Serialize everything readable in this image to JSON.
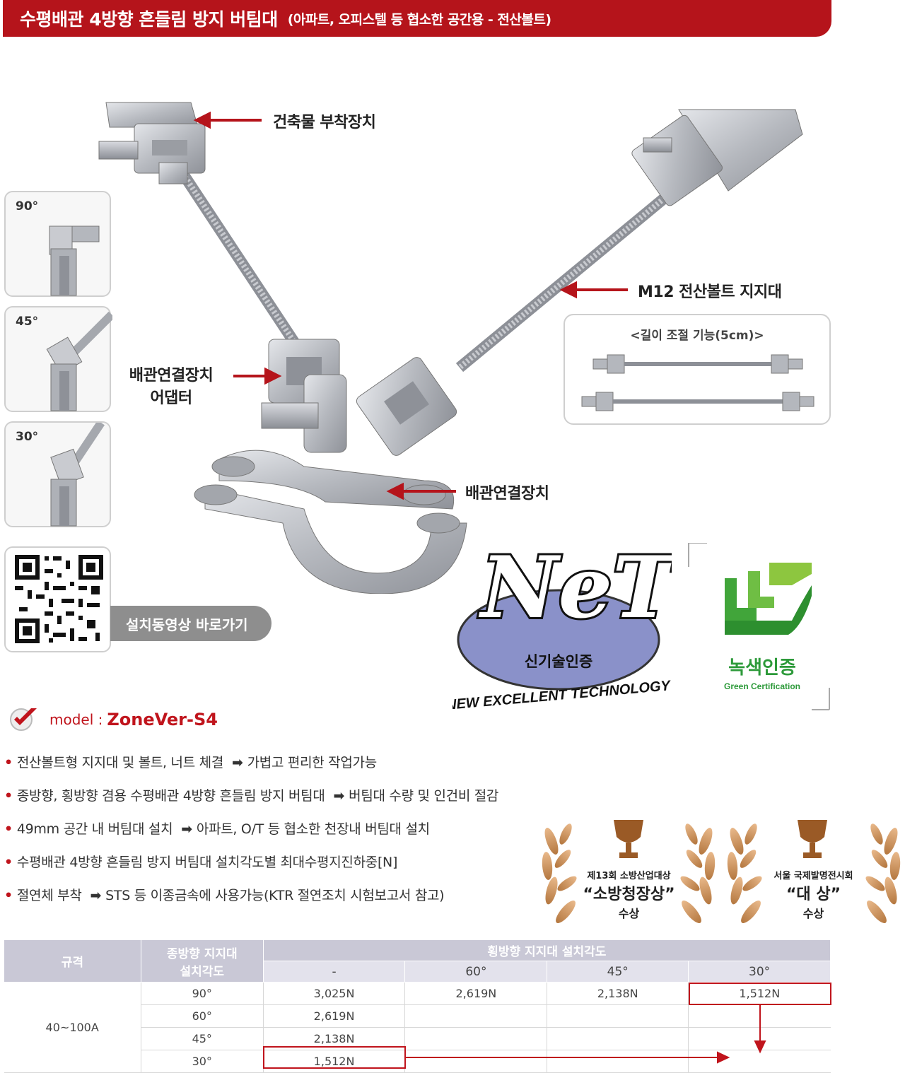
{
  "header": {
    "title": "수평배관 4방향 흔들림 방지 버팀대",
    "subtitle": "(아파트, 오피스텔 등 협소한 공간용 - 전산볼트)"
  },
  "angles": [
    "90°",
    "45°",
    "30°"
  ],
  "qr": {
    "button_label": "설치동영상 바로가기"
  },
  "callouts": {
    "building_mount": "건축물 부착장치",
    "bolt_support": "M12 전산볼트 지지대",
    "adapter_line1": "배관연결장치",
    "adapter_line2": "어댑터",
    "pipe_connector": "배관연결장치"
  },
  "length_adjust": {
    "title": "<길이 조절 기능(5cm)>"
  },
  "certifications": {
    "net_logo_text": "NeT",
    "net_korean": "신기술인증",
    "net_english": "NEW EXCELLENT TECHNOLOGY",
    "green_korean": "녹색인증",
    "green_english": "Green Certification"
  },
  "model": {
    "prefix": "model :",
    "name": "ZoneVer-S4"
  },
  "features": [
    {
      "text": "전산볼트형 지지대 및 볼트, 너트 체결",
      "arrow": "➡",
      "result": "가볍고 편리한 작업가능"
    },
    {
      "text": "종방향, 횡방향 겸용 수평배관 4방향 흔들림 방지 버팀대",
      "arrow": "➡",
      "result": "버팀대 수량 및 인건비 절감"
    },
    {
      "text": "49mm 공간 내 버팀대 설치",
      "arrow": "➡",
      "result": "아파트, O/T 등 협소한 천장내 버팀대 설치"
    },
    {
      "text": "수평배관 4방향 흔들림 방지 버팀대 설치각도별 최대수평지진하중[N]",
      "arrow": "",
      "result": ""
    },
    {
      "text": "절연체 부착",
      "arrow": "➡",
      "result": "STS 등 이종금속에 사용가능(KTR 절연조치 시험보고서 참고)"
    }
  ],
  "awards": [
    {
      "line1": "제13회 소방산업대상",
      "line2": "“소방청장상”",
      "line3": "수상"
    },
    {
      "line1": "서울 국제발명전시회",
      "line2": "“대  상”",
      "line3": "수상"
    }
  ],
  "table": {
    "h_spec": "규격",
    "h_long_line1": "종방향 지지대",
    "h_long_line2": "설치각도",
    "h_lat": "횡방향 지지대 설치각도",
    "lat_angles": [
      "-",
      "60°",
      "45°",
      "30°"
    ],
    "spec_value": "40~100A",
    "rows": [
      {
        "angle": "90°",
        "cells": [
          "3,025N",
          "2,619N",
          "2,138N",
          "1,512N"
        ]
      },
      {
        "angle": "60°",
        "cells": [
          "2,619N",
          "",
          "",
          ""
        ]
      },
      {
        "angle": "45°",
        "cells": [
          "2,138N",
          "",
          "",
          ""
        ]
      },
      {
        "angle": "30°",
        "cells": [
          "1,512N",
          "",
          "",
          ""
        ]
      }
    ]
  },
  "colors": {
    "accent": "#b5141b",
    "table_header": "#c9c8d6",
    "net_blue": "#7f86c4",
    "green": "#3aa935"
  }
}
